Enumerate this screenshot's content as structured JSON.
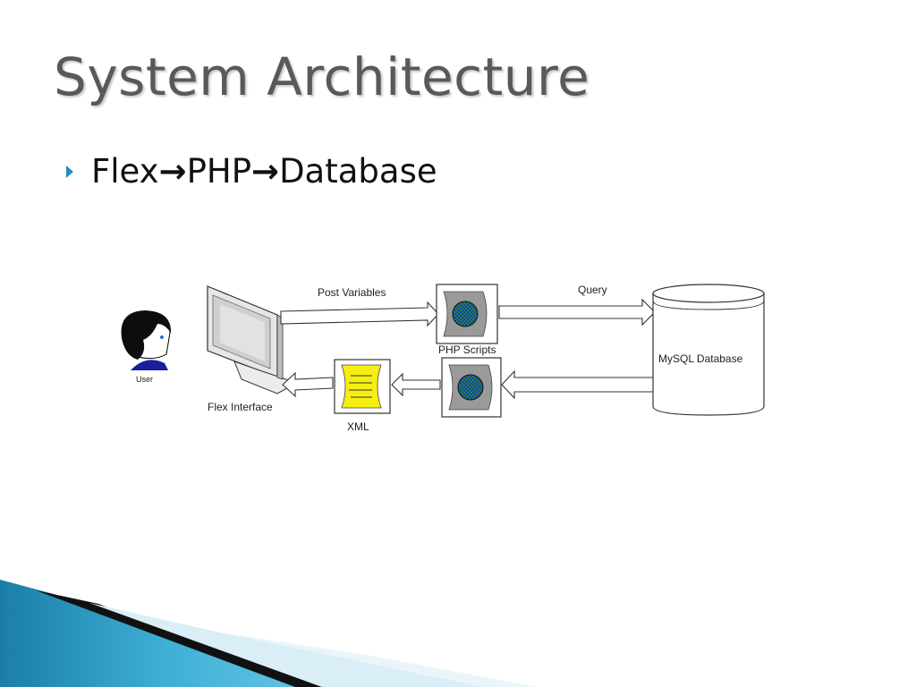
{
  "slide": {
    "title": "System Architecture",
    "bullet": {
      "part1": "Flex",
      "arrow": "→",
      "part2": "PHP",
      "part3": "Database"
    }
  },
  "diagram": {
    "user_label": "User",
    "flex_label": "Flex Interface",
    "post_label": "Post Variables",
    "php_label": "PHP Scripts",
    "query_label": "Query",
    "db_label": "MySQL Database",
    "xml_label": "XML"
  },
  "colors": {
    "title_text": "#595959",
    "bullet_marker": "#1f8fbf",
    "teal_decor": "#2a9cc4",
    "xml_doc_fill": "#f6ee10",
    "globe_green": "#1e9a2e",
    "globe_blue": "#1b3fa8"
  },
  "icons": {
    "user": "user-avatar-icon",
    "monitor": "monitor-icon",
    "php": "globe-script-icon",
    "xml": "xml-document-icon",
    "db": "database-cylinder-icon"
  }
}
